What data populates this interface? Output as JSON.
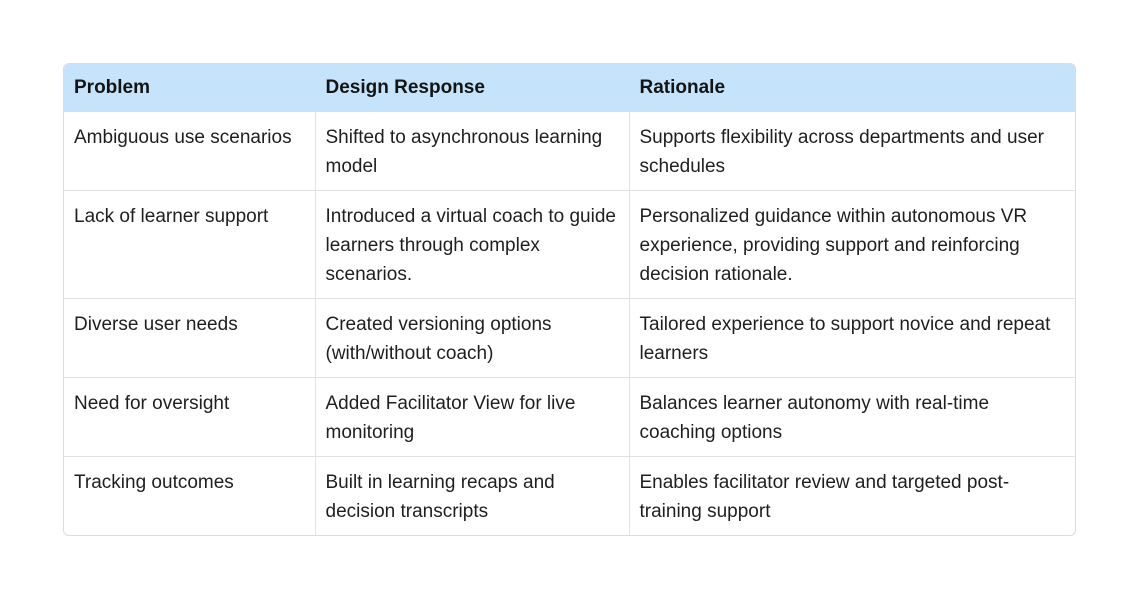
{
  "table": {
    "headers": [
      "Problem",
      "Design Response",
      "Rationale"
    ],
    "rows": [
      [
        "Ambiguous use scenarios",
        "Shifted to asynchronous learning model",
        "Supports flexibility across departments and user schedules"
      ],
      [
        "Lack of learner support",
        "Introduced a virtual coach to guide learners through complex scenarios.",
        "Personalized guidance within autonomous VR experience,  providing support and reinforcing decision rationale."
      ],
      [
        "Diverse user needs",
        "Created versioning options (with/without coach)",
        "Tailored experience to support novice and repeat learners"
      ],
      [
        "Need for oversight",
        "Added Facilitator View for live monitoring",
        "Balances learner autonomy with real-time coaching options"
      ],
      [
        "Tracking outcomes",
        "Built in learning recaps and decision transcripts",
        "Enables facilitator review and targeted post-training support"
      ]
    ]
  },
  "colors": {
    "header_background": "#c5e4fb",
    "border": "#dcdcdc",
    "text": "#1f1f1f"
  }
}
